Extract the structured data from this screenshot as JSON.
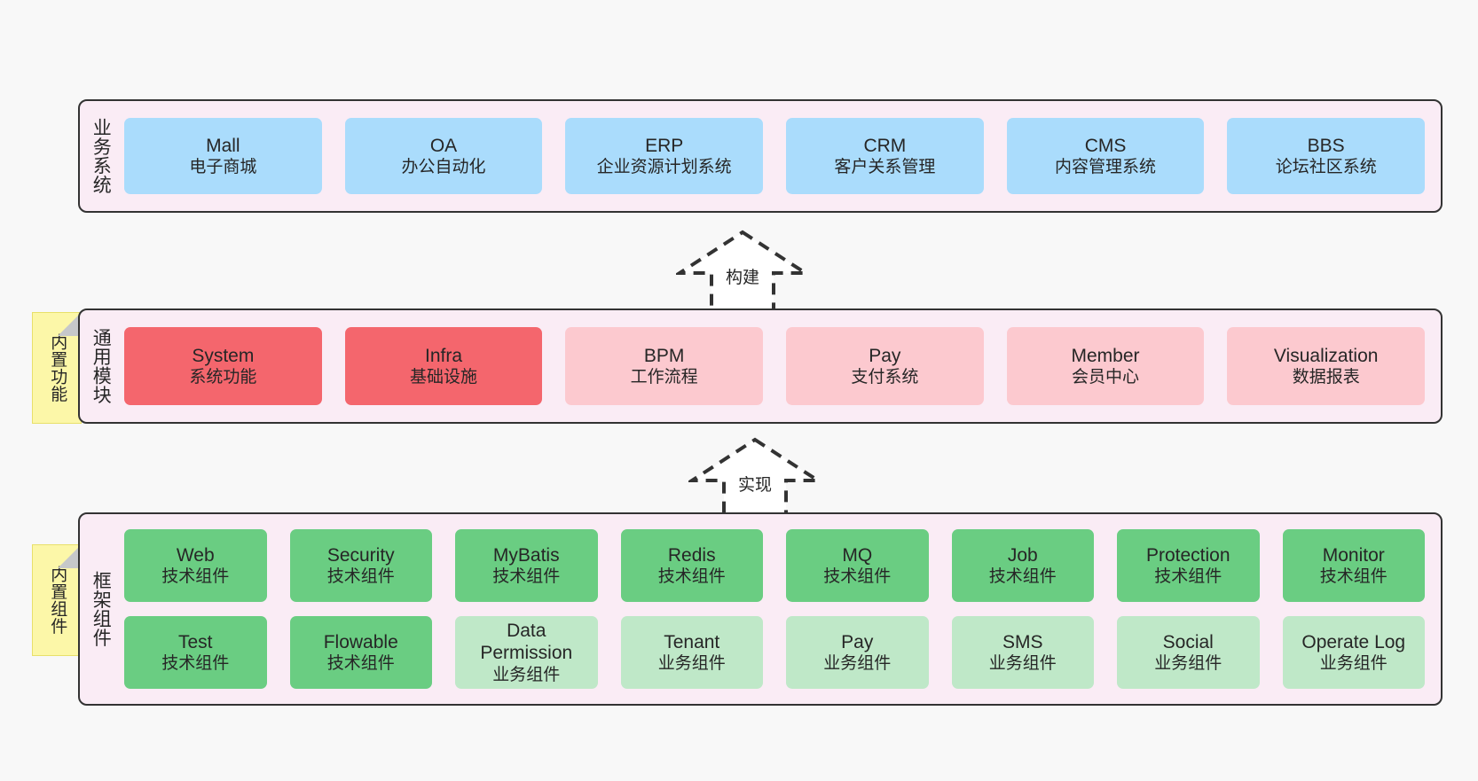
{
  "diagram": {
    "layers": [
      {
        "id": "business-systems",
        "title": "业务系统",
        "rows": [
          {
            "style": "blue",
            "cells": [
              {
                "name": "Mall",
                "desc": "电子商城"
              },
              {
                "name": "OA",
                "desc": "办公自动化"
              },
              {
                "name": "ERP",
                "desc": "企业资源计划系统"
              },
              {
                "name": "CRM",
                "desc": "客户关系管理"
              },
              {
                "name": "CMS",
                "desc": "内容管理系统"
              },
              {
                "name": "BBS",
                "desc": "论坛社区系统"
              }
            ]
          }
        ]
      },
      {
        "id": "common-modules",
        "title": "通用模块",
        "note": "内置功能",
        "rows": [
          {
            "cells": [
              {
                "name": "System",
                "desc": "系统功能",
                "style": "red"
              },
              {
                "name": "Infra",
                "desc": "基础设施",
                "style": "red"
              },
              {
                "name": "BPM",
                "desc": "工作流程",
                "style": "pink"
              },
              {
                "name": "Pay",
                "desc": "支付系统",
                "style": "pink"
              },
              {
                "name": "Member",
                "desc": "会员中心",
                "style": "pink"
              },
              {
                "name": "Visualization",
                "desc": "数据报表",
                "style": "pink"
              }
            ]
          }
        ]
      },
      {
        "id": "framework-components",
        "title": "框架组件",
        "note": "内置组件",
        "rows": [
          {
            "cells": [
              {
                "name": "Web",
                "desc": "技术组件",
                "style": "green"
              },
              {
                "name": "Security",
                "desc": "技术组件",
                "style": "green"
              },
              {
                "name": "MyBatis",
                "desc": "技术组件",
                "style": "green"
              },
              {
                "name": "Redis",
                "desc": "技术组件",
                "style": "green"
              },
              {
                "name": "MQ",
                "desc": "技术组件",
                "style": "green"
              },
              {
                "name": "Job",
                "desc": "技术组件",
                "style": "green"
              },
              {
                "name": "Protection",
                "desc": "技术组件",
                "style": "green"
              },
              {
                "name": "Monitor",
                "desc": "技术组件",
                "style": "green"
              }
            ]
          },
          {
            "cells": [
              {
                "name": "Test",
                "desc": "技术组件",
                "style": "green"
              },
              {
                "name": "Flowable",
                "desc": "技术组件",
                "style": "green"
              },
              {
                "name": "Data Permission",
                "desc": "业务组件",
                "style": "lightgreen"
              },
              {
                "name": "Tenant",
                "desc": "业务组件",
                "style": "lightgreen"
              },
              {
                "name": "Pay",
                "desc": "业务组件",
                "style": "lightgreen"
              },
              {
                "name": "SMS",
                "desc": "业务组件",
                "style": "lightgreen"
              },
              {
                "name": "Social",
                "desc": "业务组件",
                "style": "lightgreen"
              },
              {
                "name": "Operate Log",
                "desc": "业务组件",
                "style": "lightgreen"
              }
            ]
          }
        ]
      }
    ],
    "arrows": [
      {
        "id": "arrow-build",
        "label": "构建"
      },
      {
        "id": "arrow-implement",
        "label": "实现"
      }
    ],
    "colors": {
      "panel_background": "#faecf5",
      "panel_border": "#333333",
      "blue": "#aadcfc",
      "red": "#f4666d",
      "pink": "#fcc9cf",
      "green": "#6acd82",
      "light_green": "#bfe8c8",
      "note": "#fcf7a8",
      "canvas": "#f8f8f8"
    }
  }
}
